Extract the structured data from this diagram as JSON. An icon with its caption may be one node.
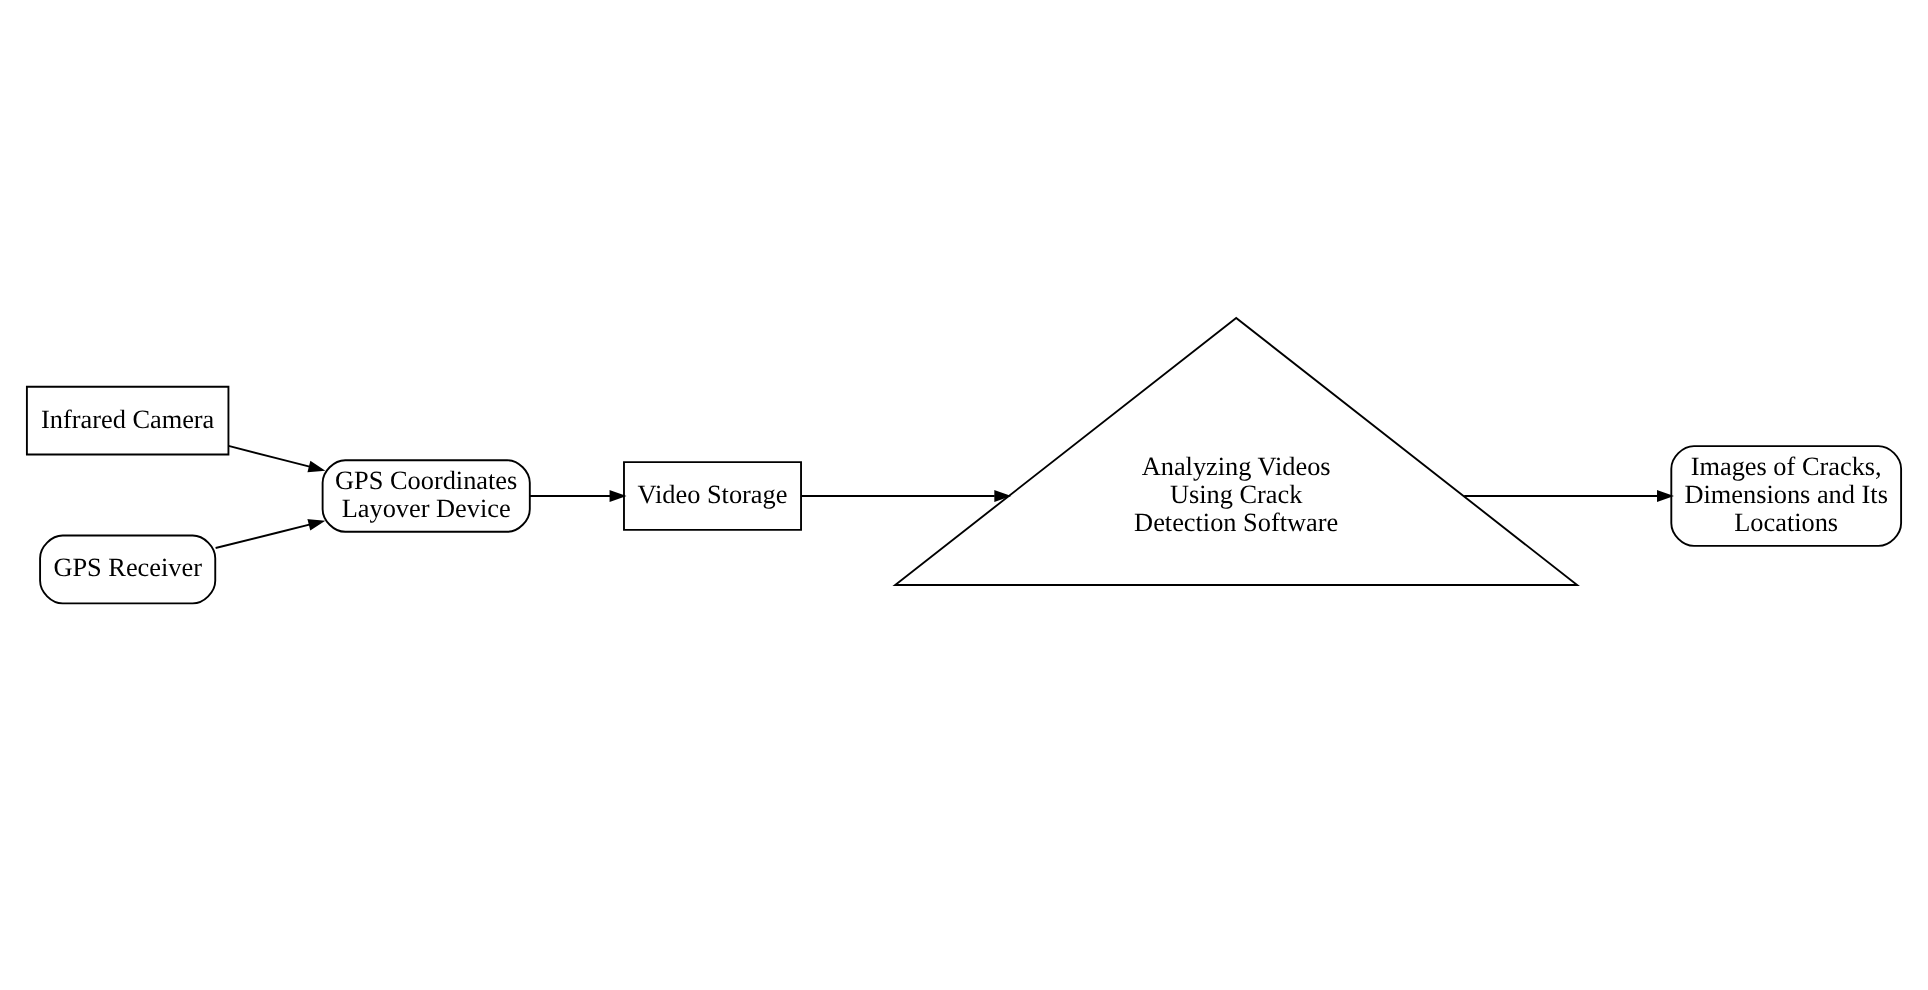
{
  "diagram": {
    "nodes": [
      {
        "text": [
          "Infrared Camera"
        ]
      },
      {
        "text": [
          "GPS Receiver"
        ]
      },
      {
        "text": [
          "GPS Coordinates Layover Device"
        ]
      },
      {
        "text": [
          "Video Storage"
        ]
      },
      {
        "text": [
          "Analyzing Videos Using Crack Detection Software"
        ]
      },
      {
        "text": [
          "Images of Cracks, Dimensions and Its Locations"
        ]
      }
    ],
    "edges": [
      {
        "from": 0,
        "to": 2,
        "arrow": "to"
      },
      {
        "from": 1,
        "to": 2,
        "arrow": "to"
      },
      {
        "from": 2,
        "to": 3,
        "arrow": "to"
      },
      {
        "from": 3,
        "to": 4,
        "arrow": "to"
      },
      {
        "from": 4,
        "to": 5,
        "arrow": "to"
      }
    ]
  }
}
